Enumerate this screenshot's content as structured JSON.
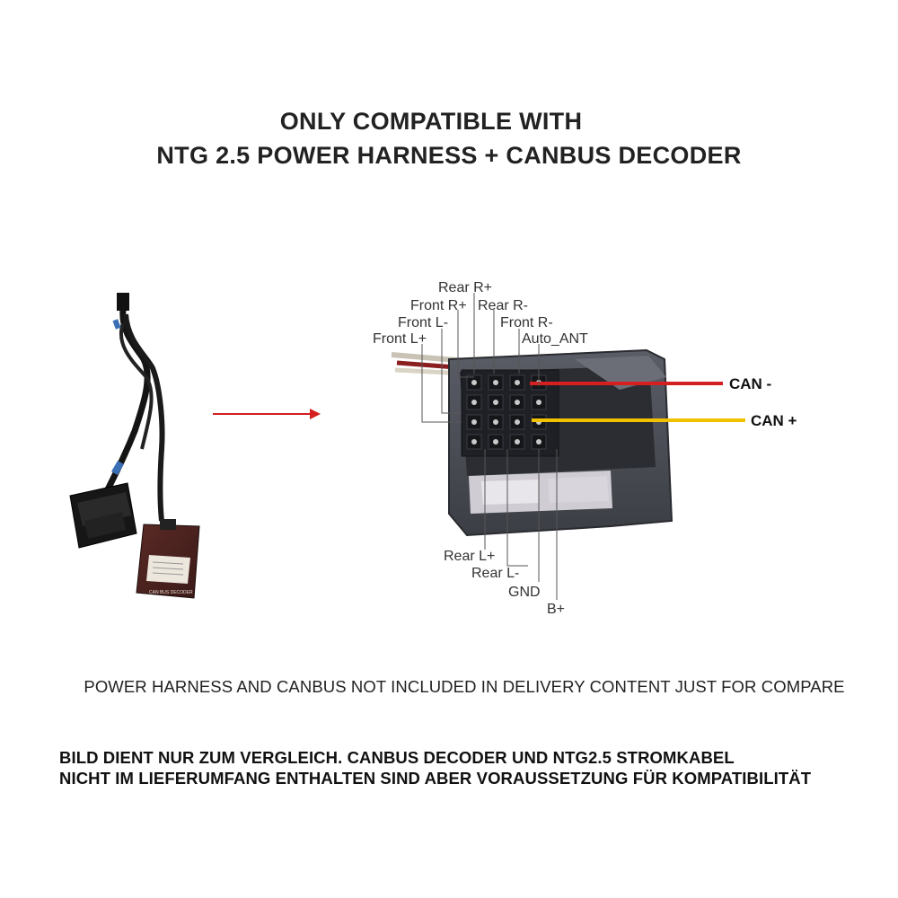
{
  "title": {
    "line1": "ONLY COMPATIBLE WITH",
    "line2": "NTG 2.5 POWER  HARNESS + CANBUS DECODER"
  },
  "pin_labels": {
    "rear_r_plus": "Rear R+",
    "front_r_plus": "Front R+",
    "rear_r_minus": "Rear R-",
    "front_l_minus": "Front L-",
    "front_r_minus": "Front R-",
    "front_l_plus": "Front L+",
    "auto_ant": "Auto_ANT",
    "rear_l_plus": "Rear L+",
    "rear_l_minus": "Rear L-",
    "gnd": "GND",
    "b_plus": "B+"
  },
  "can_labels": {
    "can_minus": "CAN -",
    "can_plus": "CAN +"
  },
  "decoder_label": "CAN BUS DECODER",
  "note_english": "POWER HARNESS AND CANBUS NOT INCLUDED IN DELIVERY CONTENT JUST FOR COMPARE",
  "note_german": {
    "line1": "BILD DIENT NUR ZUM VERGLEICH. CANBUS DECODER UND NTG2.5 STROMKABEL",
    "line2": "NICHT IM LIEFERUMFANG ENTHALTEN SIND ABER VORAUSSETZUNG FÜR KOMPATIBILITÄT"
  },
  "colors": {
    "can_minus_wire": "#d42020",
    "can_plus_wire": "#f2c200",
    "arrow": "#d42020"
  }
}
